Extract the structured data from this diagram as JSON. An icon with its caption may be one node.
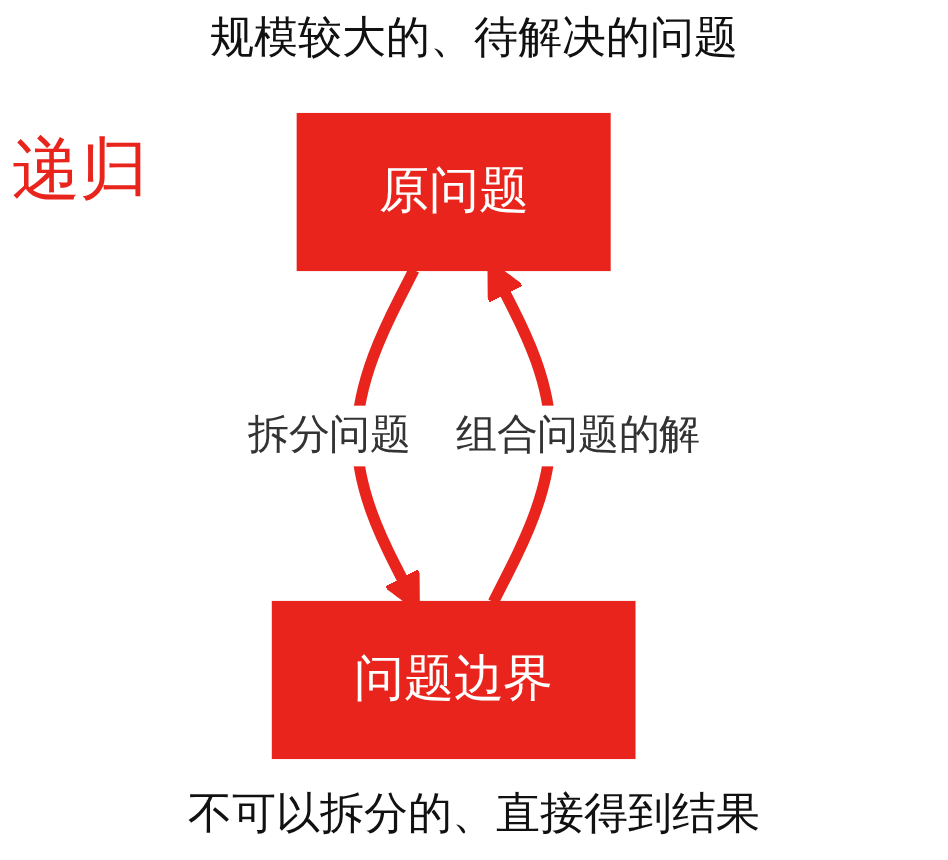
{
  "diagram": {
    "nodes": [
      {
        "text": [
          "原问题"
        ],
        "beside": [
          "规模较大的、待解决的问题"
        ]
      },
      {
        "text": [
          "问题边界"
        ],
        "beside": [
          "不可以拆分的、直接得到结果"
        ]
      }
    ],
    "edges": [
      {
        "from": 0,
        "to": 1,
        "arrow": "to",
        "label": "拆分问题"
      },
      {
        "from": 1,
        "to": 0,
        "arrow": "to",
        "label": "组合问题的解"
      }
    ],
    "labels": [
      "递归"
    ]
  }
}
